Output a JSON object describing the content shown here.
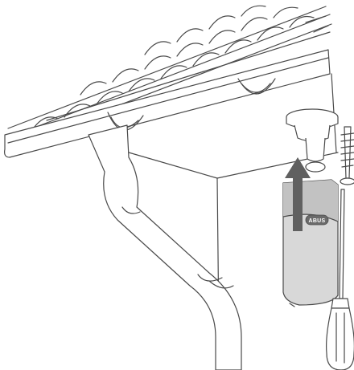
{
  "illustration": {
    "brand_label": "ABUS",
    "colors": {
      "line": "#4a4a4a",
      "arrow": "#606060",
      "camera_body": "#d8d8d8",
      "camera_shade": "#c2c2c2",
      "badge": "#6a6a6a",
      "background": "#ffffff"
    },
    "icons": [
      "roof-tiles",
      "rain-gutter",
      "downpipe",
      "wall-mount-base",
      "mounting-screw",
      "camera",
      "screwdriver",
      "up-arrow"
    ]
  }
}
